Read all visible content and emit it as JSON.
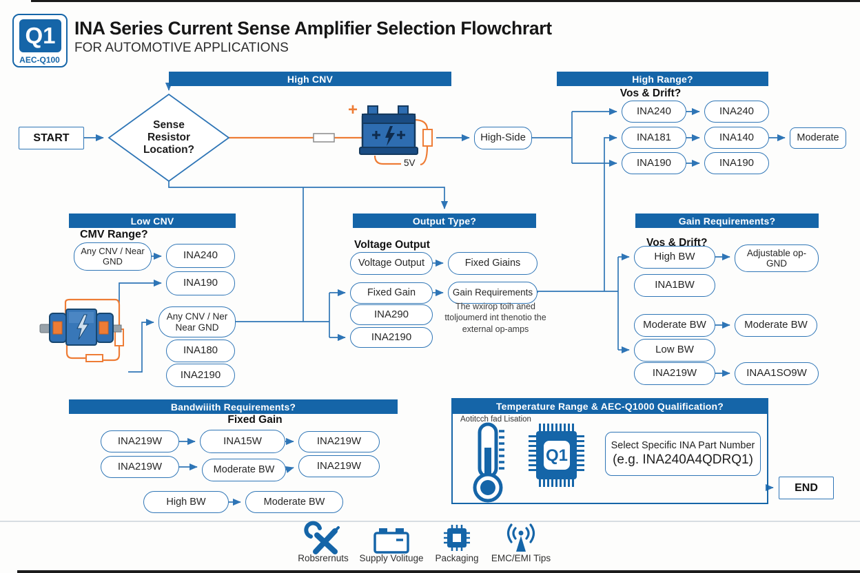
{
  "header": {
    "logo_mark": "Q1",
    "logo_badge": "AEC-Q100",
    "title": "INA Series Current Sense Amplifier Selection Flowchrart",
    "subtitle": "FOR AUTOMOTIVE APPLICATIONS"
  },
  "flow": {
    "start": "START",
    "diamond": "Sense Resistor Location?",
    "high_side": "High-Side",
    "end": "END"
  },
  "battery": {
    "plus": "+",
    "minus_label": "5V"
  },
  "high_cnv": {
    "banner": "High CNV"
  },
  "high_range": {
    "banner": "High Range?",
    "question": "Vos & Drift?",
    "nodes": [
      "INA240",
      "INA240",
      "INA181",
      "INA140",
      "Moderate",
      "INA190",
      "INA190"
    ]
  },
  "low_cnv": {
    "banner": "Low CNV",
    "question": "CMV Range?",
    "nodes": [
      "Any CNV / Near GND",
      "INA240",
      "INA190",
      "Any CNV / Ner Near GND",
      "INA180",
      "INA2190"
    ]
  },
  "output_type": {
    "banner": "Output Type?",
    "heading": "Voltage Output",
    "nodes": [
      "Voltage Output",
      "Fixed Giains",
      "Fixed Gain",
      "Gain Requirements",
      "INA290",
      "INA2190"
    ],
    "note": "The wxirop toih aned ttoljoumerd int thenotio the external op-amps"
  },
  "gain_req": {
    "banner": "Gain Requirements?",
    "question": "Vos & Drift?",
    "nodes": [
      "High BW",
      "Adjustable op- GND",
      "INA1BW",
      "Moderate BW",
      "Moderate BW",
      "Low BW",
      "INA219W",
      "INAA1SO9W"
    ]
  },
  "bandwidth": {
    "banner": "Bandwiiith Requirements?",
    "heading": "Fixed Gain",
    "rows": [
      [
        "INA219W",
        "INA15W",
        "INA219W"
      ],
      [
        "INA219W",
        "Moderate BW",
        "INA219W"
      ],
      [
        "High BW",
        "Moderate BW"
      ]
    ]
  },
  "temperature": {
    "banner": "Temperature Range & AEC-Q1000 Qualification?",
    "note": "Aotitcch fad Lisation",
    "chip_label": "Q1",
    "select_line1": "Select Specific INA Part Number",
    "select_line2": "(e.g. INA240A4QDRQ1)"
  },
  "footer": {
    "items": [
      {
        "icon": "tools-icon",
        "label": "Robsrernuts"
      },
      {
        "icon": "battery-icon",
        "label": "Supply Volituge"
      },
      {
        "icon": "chip-icon",
        "label": "Packaging"
      },
      {
        "icon": "antenna-icon",
        "label": "EMC/EMI Tips"
      }
    ]
  },
  "colors": {
    "banner_blue": "#1565a8",
    "line_blue": "#2e75b6",
    "orange": "#ee7c35"
  }
}
